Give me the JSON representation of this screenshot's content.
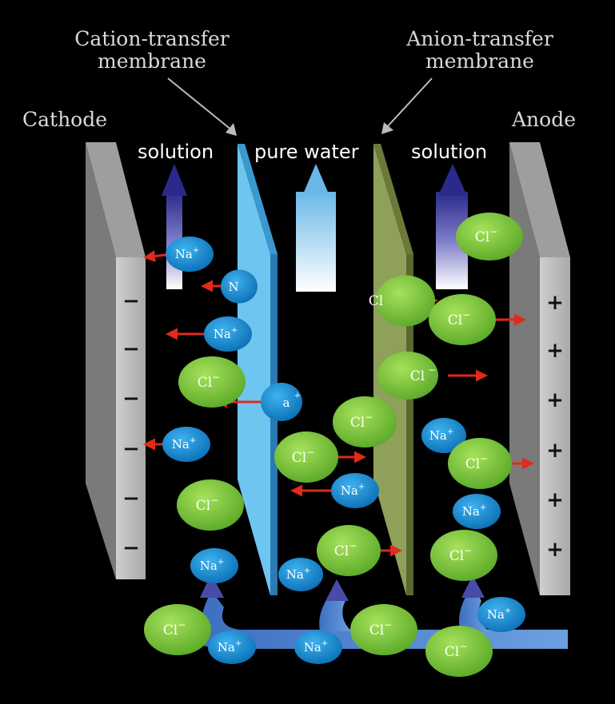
{
  "labels": {
    "cation_membrane_line1": "Cation-transfer",
    "cation_membrane_line2": "membrane",
    "anion_membrane_line1": "Anion-transfer",
    "anion_membrane_line2": "membrane",
    "cathode": "Cathode",
    "anode": "Anode",
    "solution_left": "solution",
    "pure_water": "pure water",
    "solution_right": "solution"
  },
  "electrode_signs": {
    "cathode": [
      "−",
      "−",
      "−",
      "−",
      "−",
      "−"
    ],
    "anode": [
      "+",
      "+",
      "+",
      "+",
      "+",
      "+"
    ]
  },
  "ions": {
    "na_label": "Na",
    "na_charge": "+",
    "cl_label": "Cl",
    "cl_charge": "−",
    "partial_n": "N",
    "partial_a": "a",
    "partial_cl": "Cl"
  },
  "colors": {
    "background": "#000000",
    "na_ion": "#1a8fd6",
    "cl_ion": "#7ec83a",
    "cation_membrane": "#6ec6f0",
    "anion_membrane": "#8fa05a",
    "electrode": "#b9b9b9",
    "arrow_red": "#e02a1a",
    "flow_blue": "#4a7fd0"
  }
}
